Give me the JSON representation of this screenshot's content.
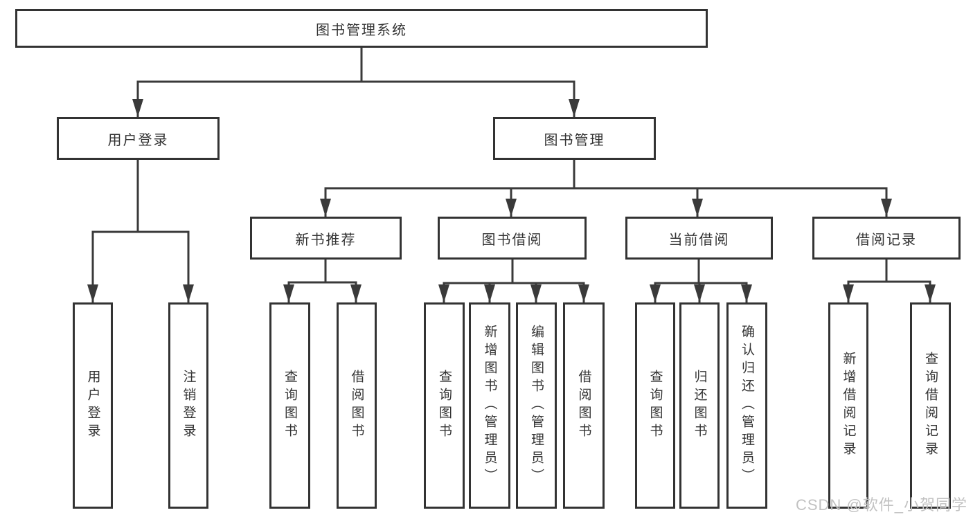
{
  "watermark": "CSDN @软件_小贺同学",
  "colors": {
    "line": "#3a3a3a",
    "box_border": "#333333",
    "box_fill": "#ffffff",
    "text": "#333333",
    "watermark_text": "#c2c2c2"
  },
  "tree": {
    "label": "图书管理系统",
    "children": [
      {
        "label": "用户登录",
        "children": [
          {
            "label": "用户登录"
          },
          {
            "label": "注销登录"
          }
        ]
      },
      {
        "label": "图书管理",
        "children": [
          {
            "label": "新书推荐",
            "children": [
              {
                "label": "查询图书"
              },
              {
                "label": "借阅图书"
              }
            ]
          },
          {
            "label": "图书借阅",
            "children": [
              {
                "label": "查询图书"
              },
              {
                "label": "新增图书（管理员）"
              },
              {
                "label": "编辑图书（管理员）"
              },
              {
                "label": "借阅图书"
              }
            ]
          },
          {
            "label": "当前借阅",
            "children": [
              {
                "label": "查询图书"
              },
              {
                "label": "归还图书"
              },
              {
                "label": "确认归还（管理员）"
              }
            ]
          },
          {
            "label": "借阅记录",
            "children": [
              {
                "label": "新增借阅记录"
              },
              {
                "label": "查询借阅记录"
              }
            ]
          }
        ]
      }
    ]
  }
}
